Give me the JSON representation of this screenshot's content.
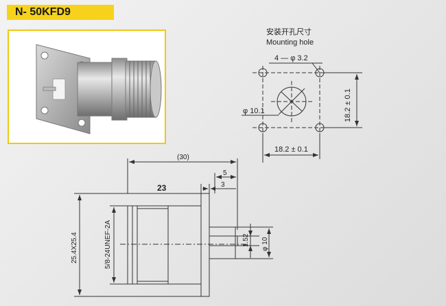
{
  "title": "N- 50KFD9",
  "mounting_hole": {
    "label_cn": "安装开孔尺寸",
    "label_en": "Mounting hole",
    "hole_dim": "4 — φ 3.2",
    "center_dim": "φ 10.1",
    "height_dim": "18.2 ± 0.1",
    "width_dim": "18.2 ± 0.1"
  },
  "side_view": {
    "overall": "(30)",
    "flange_offset": "5",
    "flange_thickness": "3",
    "body_length": "23",
    "flange_size": "25.4X25.4",
    "thread": "5/8-24UNEF-2A",
    "pin_dim": "1.52",
    "dielectric_dim": "φ 10"
  },
  "colors": {
    "accent": "#f6d21c",
    "frame": "#f2c80f",
    "line": "#333333"
  }
}
